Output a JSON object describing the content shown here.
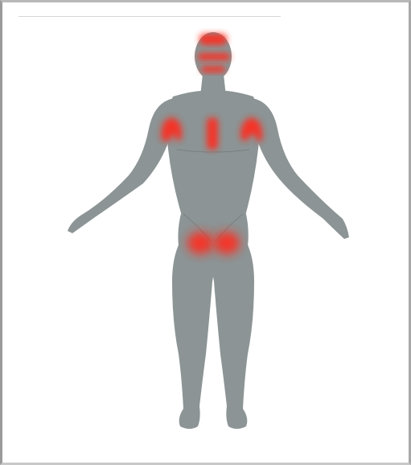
{
  "diagram": {
    "type": "body-map",
    "view": "front",
    "body_color": "#8c9495",
    "highlight_color": "#ff2a1a",
    "highlighted_regions": [
      "head-forehead",
      "eyes",
      "jaw",
      "left-shoulder",
      "right-shoulder",
      "sternum",
      "groin-hips"
    ]
  }
}
